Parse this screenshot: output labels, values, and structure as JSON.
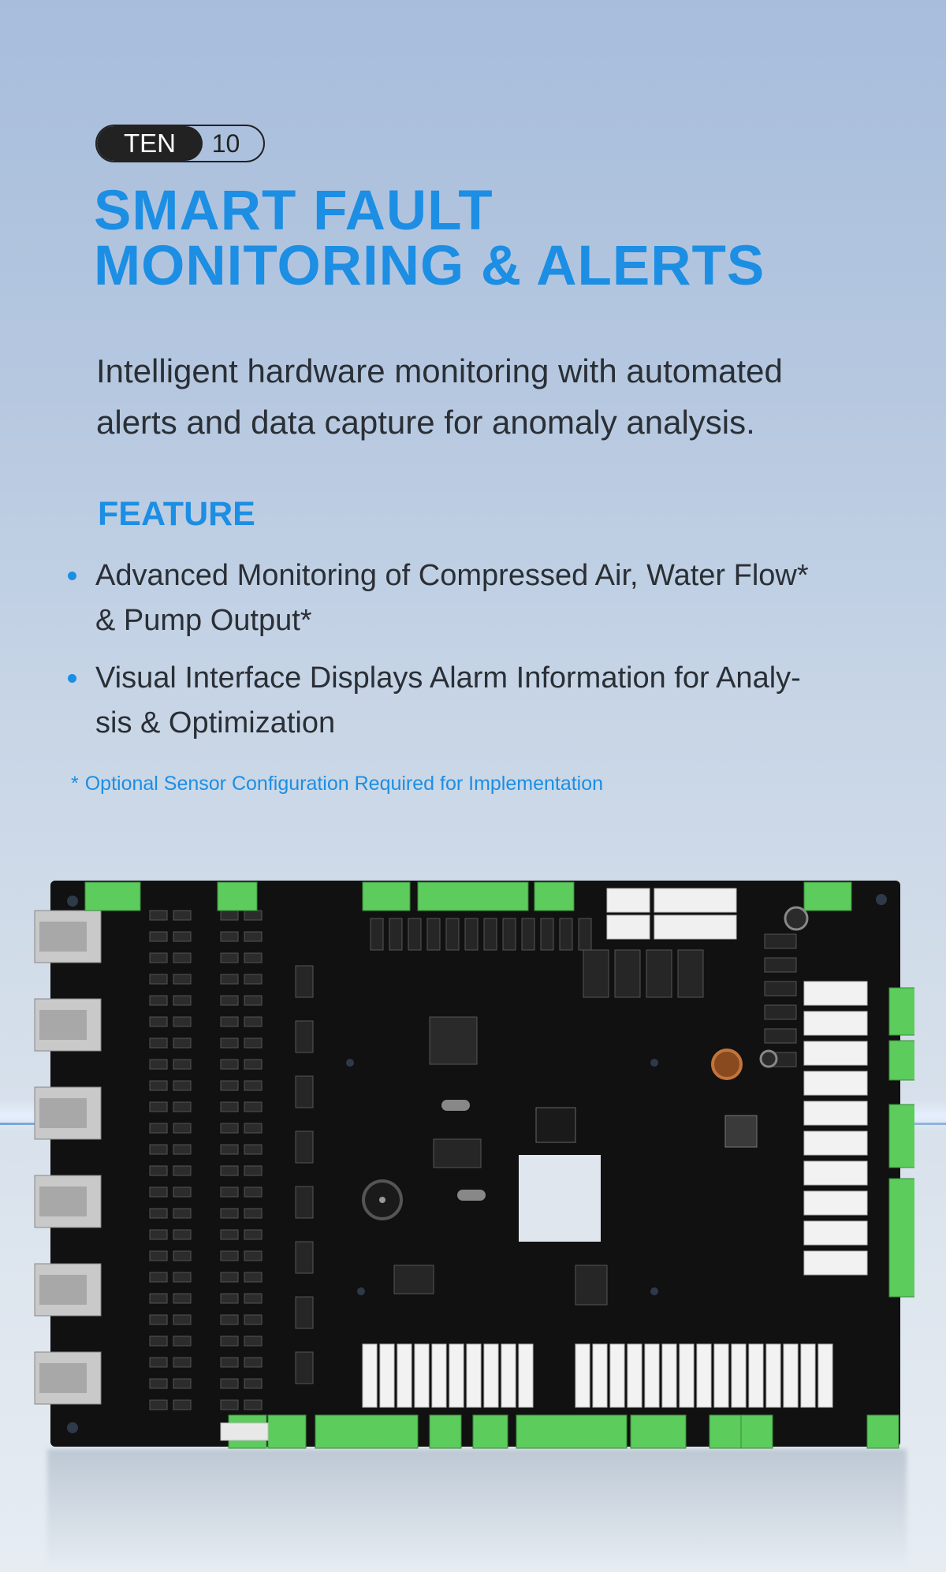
{
  "badge": {
    "word": "TEN",
    "number": "10"
  },
  "title": {
    "line1": "SMART FAULT",
    "line2": "MONITORING & ALERTS"
  },
  "intro": {
    "line1": "Intelligent hardware monitoring with automated",
    "line2": "alerts and data capture for anomaly analysis."
  },
  "feature": {
    "heading": "FEATURE",
    "items": [
      {
        "line1": "Advanced Monitoring of Compressed Air, Water Flow*",
        "line2": "& Pump Output*"
      },
      {
        "line1": "Visual Interface Displays Alarm Information for Analy-",
        "line2": "sis & Optimization"
      }
    ]
  },
  "footnote": {
    "star": "*",
    "text": "Optional Sensor Configuration Required for Implementation"
  },
  "image": {
    "subject": "control-circuit-board",
    "board_color": "#111111",
    "connector_color": "#5ccc5c",
    "relay_color": "#f2f2f2"
  }
}
